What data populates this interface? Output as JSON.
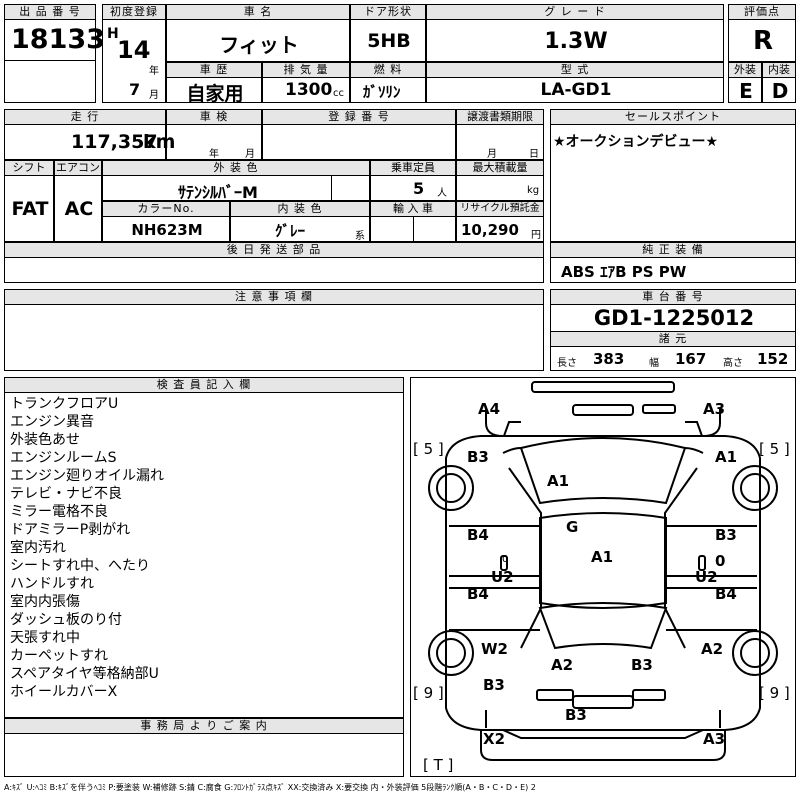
{
  "header": {
    "lot_label": "出 品 番 号",
    "lot": "18133",
    "reg_label": "初度登録",
    "era": "H",
    "year": "14",
    "year_unit": "年",
    "month": "7",
    "month_unit": "月",
    "name_label": "車 名",
    "name": "フィット",
    "door_label": "ドア形状",
    "door": "5HB",
    "grade_label": "グ レ ー ド",
    "grade": "1.3W",
    "score_label": "評価点",
    "score": "R",
    "history_label": "車 歴",
    "history": "自家用",
    "disp_label": "排 気 量",
    "disp": "1300",
    "disp_unit": "cc",
    "fuel_label": "燃 料",
    "fuel": "ｶﾞｿﾘﾝ",
    "model_label": "型 式",
    "model": "LA-GD1",
    "ext_label": "外装",
    "ext": "E",
    "int_label": "内装",
    "int": "D"
  },
  "row2": {
    "mileage_label": "走 行",
    "mileage": "117,357",
    "mileage_unit": "km",
    "inspect_label": "車 検",
    "inspect_y": "年",
    "inspect_m": "月",
    "regno_label": "登 録 番 号",
    "doc_label": "譲渡書類期限",
    "doc_m": "月",
    "doc_d": "日",
    "shift_label": "シフト",
    "shift": "FAT",
    "ac_label": "エアコン",
    "ac": "AC",
    "color_label": "外 装 色",
    "color": "ｻﾃﾝｼﾙﾊﾞｰM",
    "seats_label": "乗車定員",
    "seats": "5",
    "seats_unit": "人",
    "load_label": "最大積載量",
    "load_unit": "kg",
    "colorno_label": "カラーNo.",
    "colorno": "NH623M",
    "intcolor_label": "内 装 色",
    "intcolor": "ｸﾞﾚｰ",
    "intcolor_suffix": "系",
    "import_label": "輸 入 車",
    "recycle_label": "リサイクル預託金",
    "recycle": "10,290",
    "recycle_unit": "円",
    "later_label": "後 日 発 送 部 品"
  },
  "sales": {
    "label": "セールスポイント",
    "text": "★オークションデビュー★"
  },
  "equip": {
    "label": "純 正 装 備",
    "text": "ABS ｴｱB PS PW"
  },
  "caution": {
    "label": "注 意 事 項 欄"
  },
  "chassis": {
    "label": "車 台 番 号",
    "value": "GD1-1225012"
  },
  "specs": {
    "label": "諸 元",
    "len_label": "長さ",
    "len": "383",
    "wid_label": "幅",
    "wid": "167",
    "hgt_label": "高さ",
    "hgt": "152"
  },
  "inspector": {
    "label": "検 査 員 記 入 欄",
    "lines": [
      "トランクフロアU",
      "エンジン異音",
      "外装色あせ",
      "エンジンルームS",
      "エンジン廻りオイル漏れ",
      "テレビ・ナビ不良",
      "ミラー電格不良",
      "ドアミラーP剥がれ",
      "室内汚れ",
      "シートすれ中、へたり",
      "ハンドルすれ",
      "室内内張傷",
      "ダッシュ板のり付",
      "天張すれ中",
      "カーペットすれ",
      "スペアタイヤ等格納部U",
      "ホイールカバーX"
    ]
  },
  "office": {
    "label": "事 務 局 よ り ご 案 内"
  },
  "diagram": {
    "tire_fl": "[ 5 ]",
    "tire_fr": "[ 5 ]",
    "tire_rl": "[ 9 ]",
    "tire_rr": "[ 9 ]",
    "tire_t": "[ T ]",
    "marks": [
      "A4",
      "A3",
      "B3",
      "A1",
      "A1",
      "G",
      "B4",
      "B3",
      "A1",
      "0",
      "0",
      "U2",
      "U2",
      "B4",
      "B4",
      "W2",
      "A2",
      "B3",
      "A2",
      "B3",
      "B3",
      "X2",
      "A3"
    ]
  },
  "legend": "A:ｷｽﾞ U:ﾍｺﾐ B:ｷｽﾞを伴うﾍｺﾐ P:要塗装 W:補修跡 S:錆 C:腐食 G:ﾌﾛﾝﾄｶﾞﾗｽ点ｷｽﾞ XX:交換済み X:要交換 内・外装評価 5段階ﾗﾝｸ順(A・B・C・D・E) 2"
}
